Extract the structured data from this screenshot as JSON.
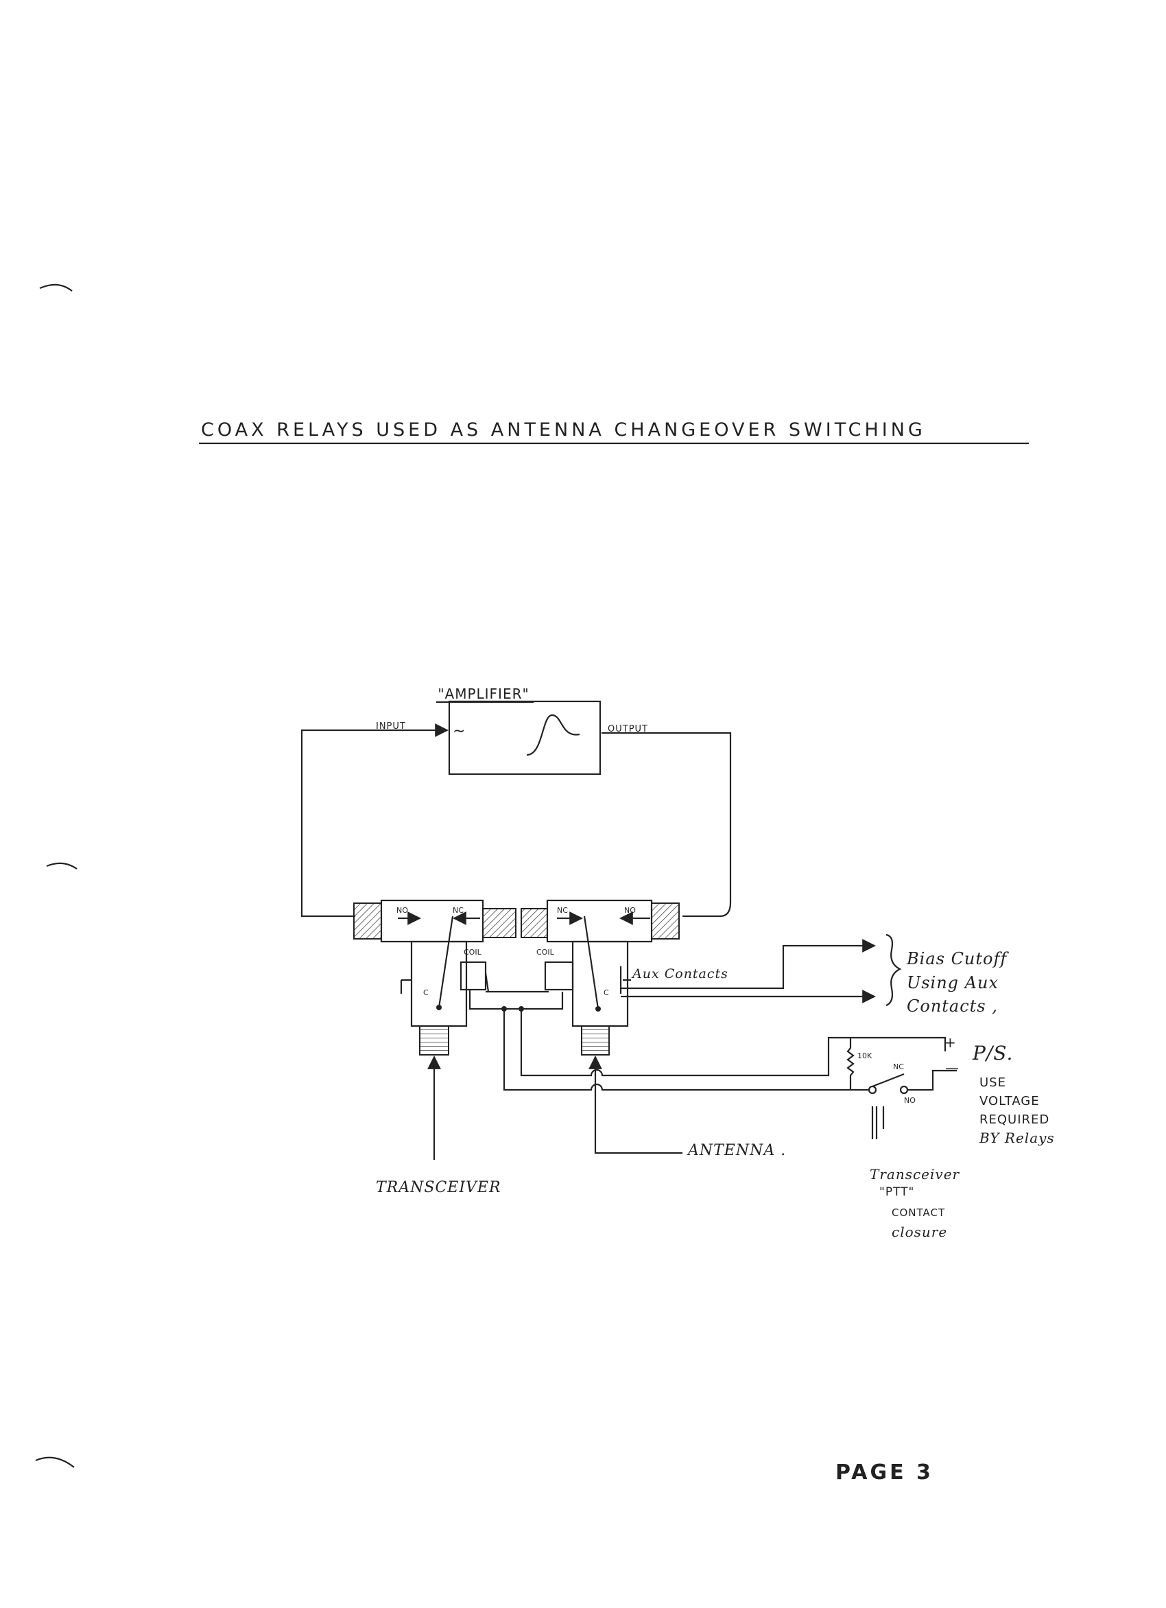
{
  "title": "COAX RELAYS USED AS ANTENNA CHANGEOVER SWITCHING",
  "amplifier": {
    "label": "\"AMPLIFIER\"",
    "input_label": "INPUT",
    "output_label": "OUTPUT"
  },
  "relay_left": {
    "no": "NO",
    "nc": "NC",
    "common": "C",
    "coil": "COIL"
  },
  "relay_right": {
    "no": "NO",
    "nc": "NC",
    "common": "C",
    "coil": "COIL"
  },
  "aux_contacts_label": "Aux Contacts",
  "bias_note": [
    "Bias Cutoff",
    "Using Aux",
    "Contacts ,"
  ],
  "ps": {
    "label": "P/S.",
    "plus": "+",
    "minus": "—",
    "resistor": "10K",
    "switch_nc": "NC",
    "switch_no": "NO",
    "note": [
      "USE",
      "VOLTAGE",
      "REQUIRED",
      "BY Relays"
    ]
  },
  "ptt_note": [
    "Transceiver",
    "\"PTT\"",
    "CONTACT",
    "closure"
  ],
  "transceiver_label": "TRANSCEIVER",
  "antenna_label": "ANTENNA .",
  "page_label": "PAGE 3"
}
